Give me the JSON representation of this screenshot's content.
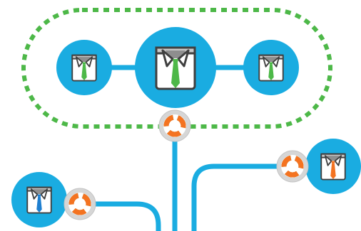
{
  "diagram": {
    "colors": {
      "background": "#ffffff",
      "accent_blue": "#1aace1",
      "shirt_white": "#ffffff",
      "shirt_gray": "#c9c9c9",
      "shirt_outline": "#3f3f3f",
      "collar_gray": "#8e8e8e",
      "tie_green": "#4db848",
      "tie_blue": "#1e7fd0",
      "tie_orange": "#f47321",
      "group_border_green": "#4db848",
      "hub_gray": "#d6d6d6",
      "ring_green": "#4db848",
      "ring_orange": "#f47321"
    },
    "team_group": {
      "border": "dashed-green-pill",
      "members": [
        {
          "name": "left-member",
          "icon": "shirt-tie-icon",
          "tie_color": "tie_green"
        },
        {
          "name": "lead-member",
          "icon": "shirt-tie-icon",
          "tie_color": "tie_green"
        },
        {
          "name": "right-member",
          "icon": "shirt-tie-icon",
          "tie_color": "tie_green"
        }
      ]
    },
    "outside_members": [
      {
        "name": "bottom-left-member",
        "icon": "shirt-tie-icon",
        "tie_color": "tie_blue"
      },
      {
        "name": "right-member-outside",
        "icon": "shirt-tie-icon",
        "tie_color": "tie_orange"
      }
    ],
    "connectors": [
      {
        "name": "group-hub",
        "icon": "exchange-ring-icon"
      },
      {
        "name": "left-hub",
        "icon": "exchange-ring-icon"
      },
      {
        "name": "right-hub",
        "icon": "exchange-ring-icon"
      }
    ]
  }
}
